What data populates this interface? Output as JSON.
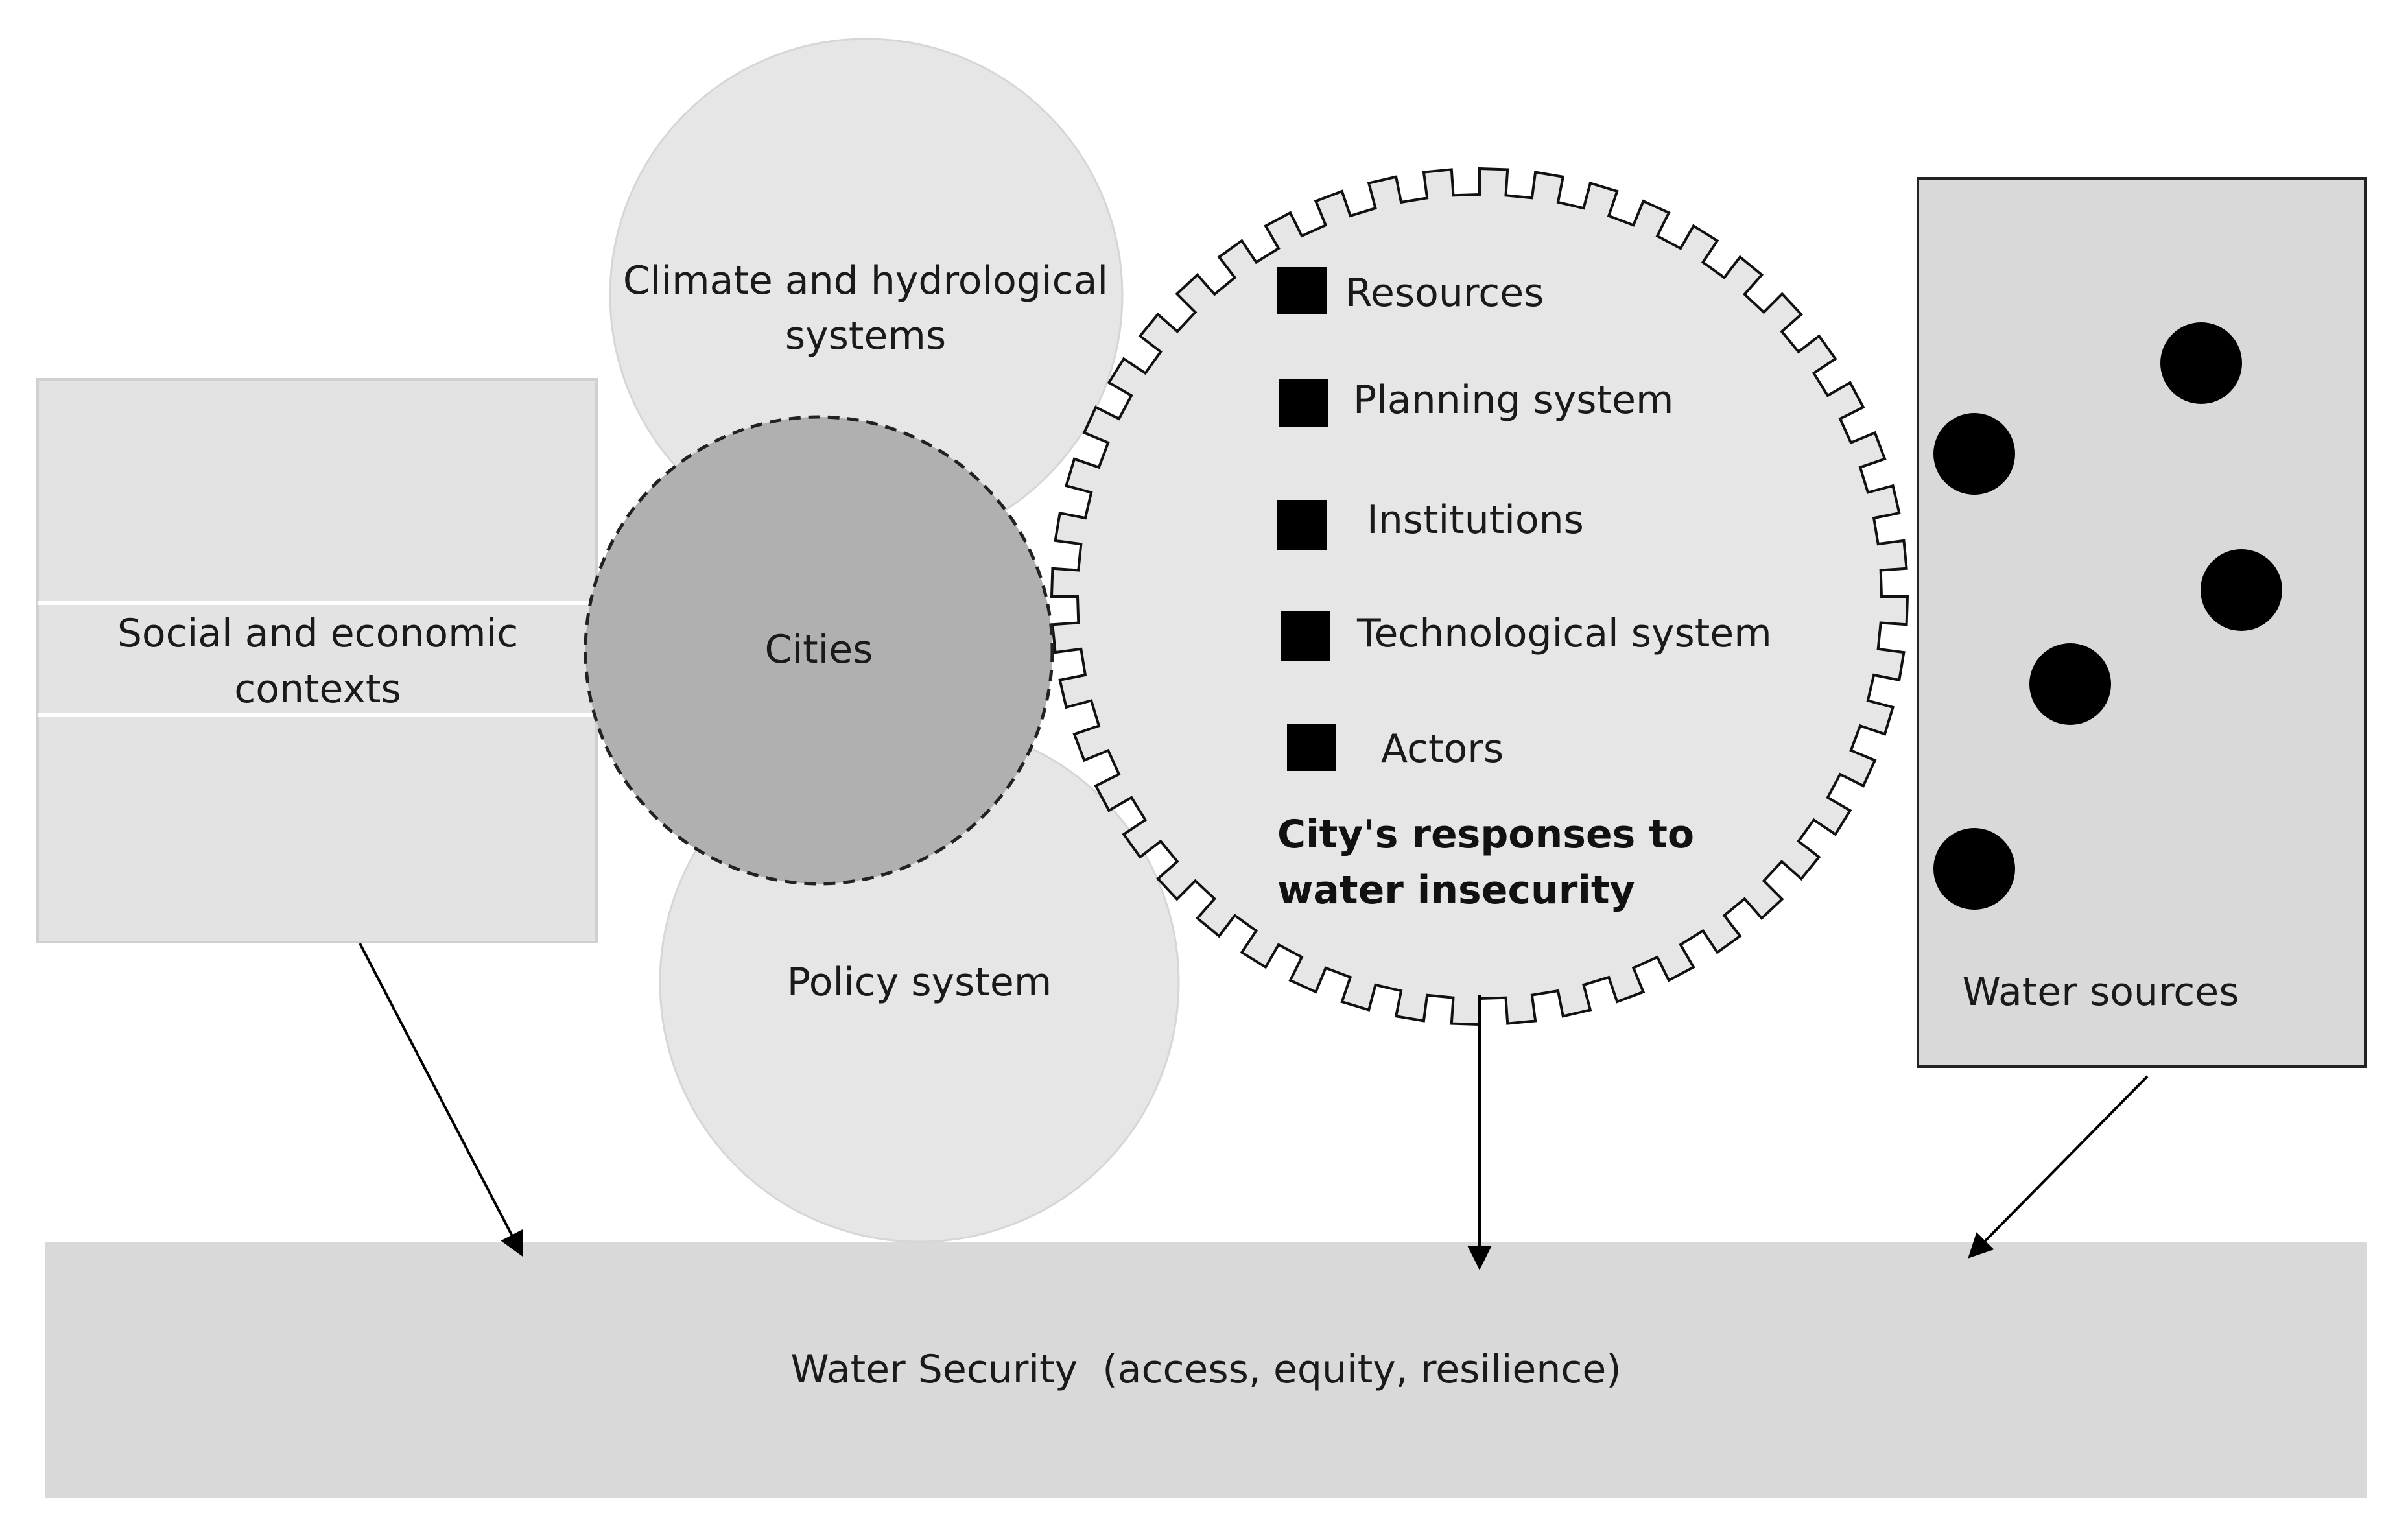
{
  "diagram": {
    "social_contexts": {
      "label_line1": "Social and economic",
      "label_line2": "contexts"
    },
    "climate": {
      "label_line1": "Climate and hydrological",
      "label_line2": "systems"
    },
    "cities": {
      "label": "Cities"
    },
    "policy": {
      "label": "Policy system"
    },
    "responses": {
      "items": [
        "Resources",
        "Planning system",
        "Institutions",
        "Technological system",
        "Actors"
      ],
      "title_line1": "City's responses to",
      "title_line2": "water insecurity"
    },
    "water_sources": {
      "label": "Water sources"
    },
    "water_security": {
      "label": "Water Security  (access, equity, resilience)"
    }
  },
  "colors": {
    "light_fill": "#e6e6e6",
    "box_fill": "#d9d9d9",
    "cities_fill": "#b0b0b0",
    "outline": "#222222",
    "marker": "#000000"
  }
}
